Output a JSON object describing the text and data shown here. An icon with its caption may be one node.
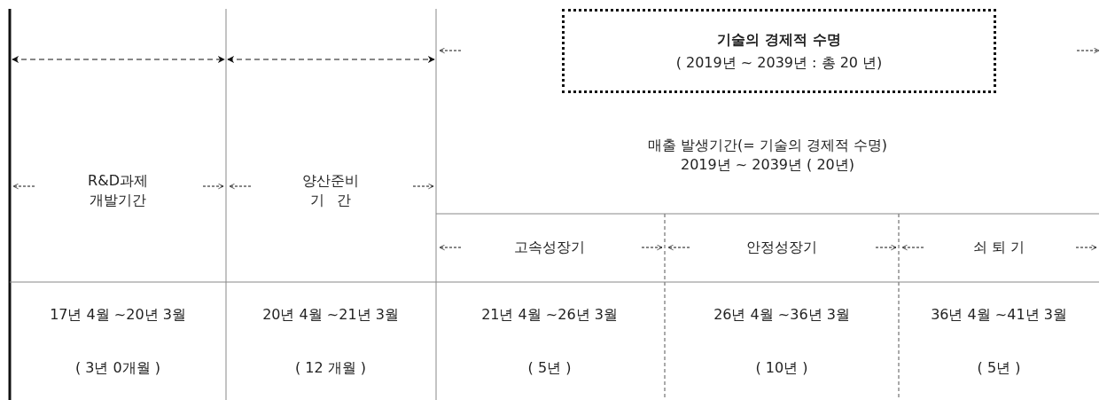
{
  "diagram": {
    "nodes": [
      {
        "text": [
          "기술의 경제적 수명",
          "( 2019년 ~ 2039년 : 총 20 년)"
        ]
      }
    ],
    "labels": [
      "R&D과제 개발기간",
      "양산준비 기 간",
      "매출 발생기간(= 기술의 경제적 수명) 2019년 ~ 2039년 ( 20년)",
      "고속성장기",
      "안정성장기",
      "쇠 퇴 기",
      "17년 4월 ~20년 3월",
      "20년 4월 ~21년 3월",
      "21년 4월 ~26년 3월",
      "26년 4월 ~36년 3월",
      "36년 4월 ~41년 3월",
      "( 3년 0개월 )",
      "( 12 개월 )",
      "( 5년 )",
      "( 10년 )",
      "( 5년 )"
    ]
  }
}
